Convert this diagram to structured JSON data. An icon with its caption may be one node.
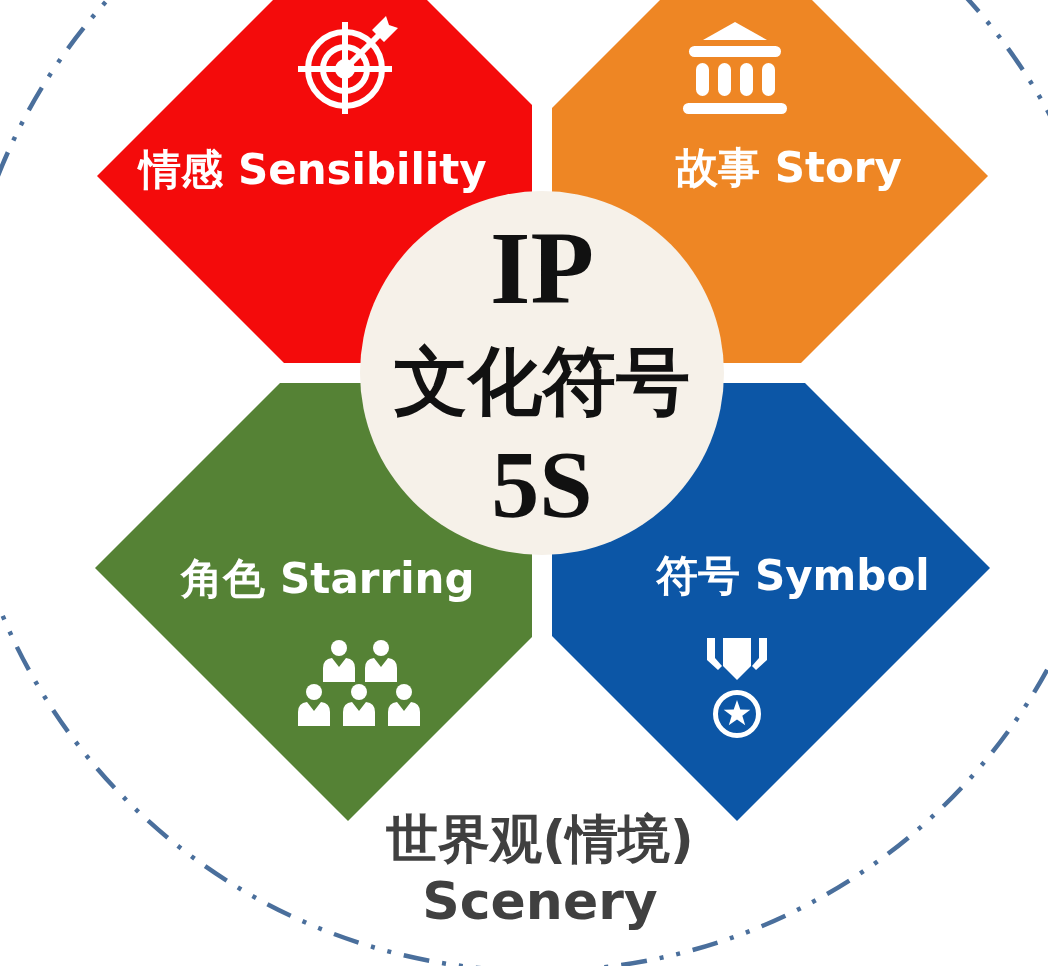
{
  "diagram": {
    "nodes": [
      {
        "text": [
          "世界观(情境) Scenery"
        ]
      },
      {
        "text": [
          "情感 Sensibility"
        ],
        "in": 0
      },
      {
        "text": [
          "故事 Story"
        ],
        "in": 0
      },
      {
        "text": [
          "IP",
          "文化符号",
          "5S"
        ],
        "in": 0
      },
      {
        "text": [
          "角色 Starring"
        ],
        "in": 0
      },
      {
        "text": [
          "符号 Symbol"
        ],
        "in": 0
      }
    ]
  }
}
